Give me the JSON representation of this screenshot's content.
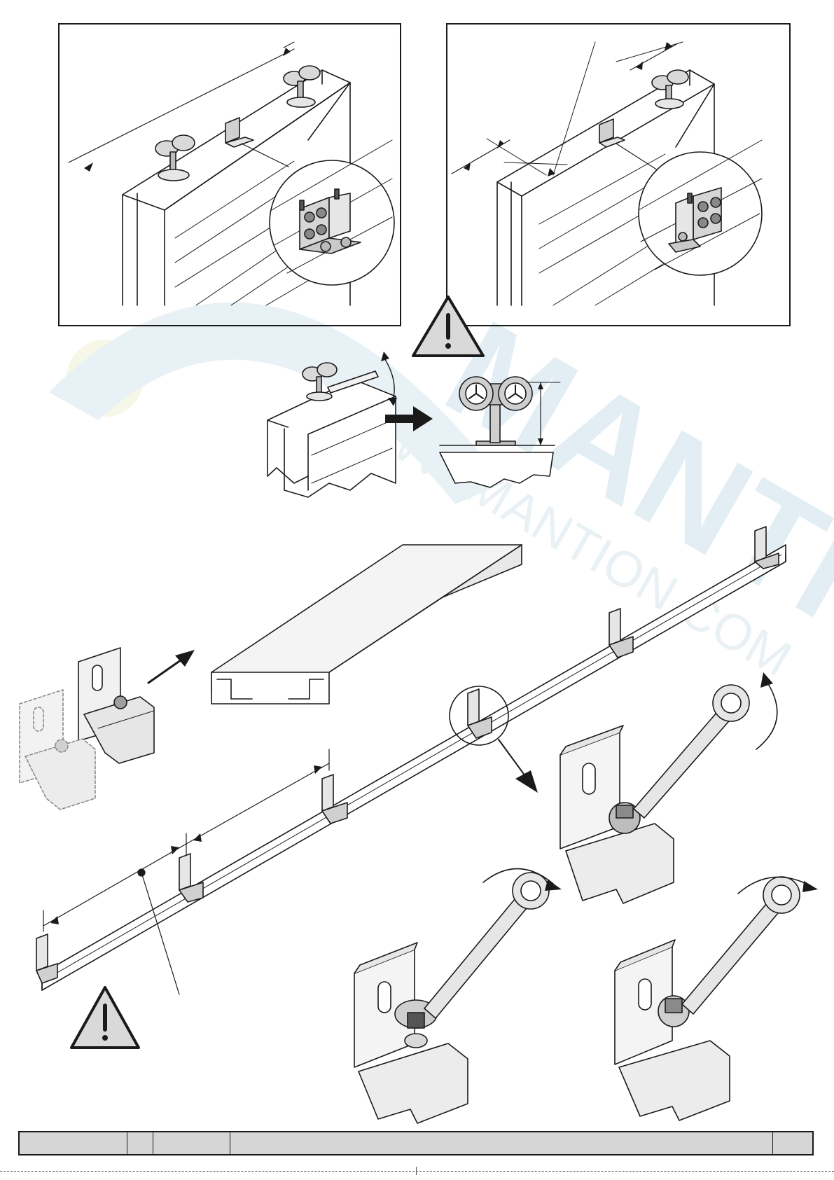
{
  "watermark": {
    "brand": "MANTION",
    "url": "WWW.MANTION.COM",
    "color": "#e3eef4"
  },
  "panels": [
    {
      "id": "panel-left",
      "content": "door-top-two-hangers-center-bracket"
    },
    {
      "id": "panel-right",
      "content": "door-top-hanger-offset-measurement"
    }
  ],
  "warnings": [
    {
      "id": "warning-upper",
      "symbol": "!"
    },
    {
      "id": "warning-lower",
      "symbol": "!"
    }
  ],
  "icons": [
    "exclamation-warning-icon",
    "arrow-right-icon",
    "rotation-arrow-icon",
    "wrench-icon",
    "detail-circle-icon"
  ],
  "footer": {
    "cells": [
      {
        "text": ""
      },
      {
        "text": ""
      },
      {
        "text": ""
      },
      {
        "text": ""
      },
      {
        "text": ""
      }
    ]
  },
  "colors": {
    "line": "#1a1a1a",
    "metal_light": "#e6e6e6",
    "metal_mid": "#bdbdbd",
    "metal_dark": "#6c6c6c",
    "footer_fill": "#d6d6d6"
  }
}
